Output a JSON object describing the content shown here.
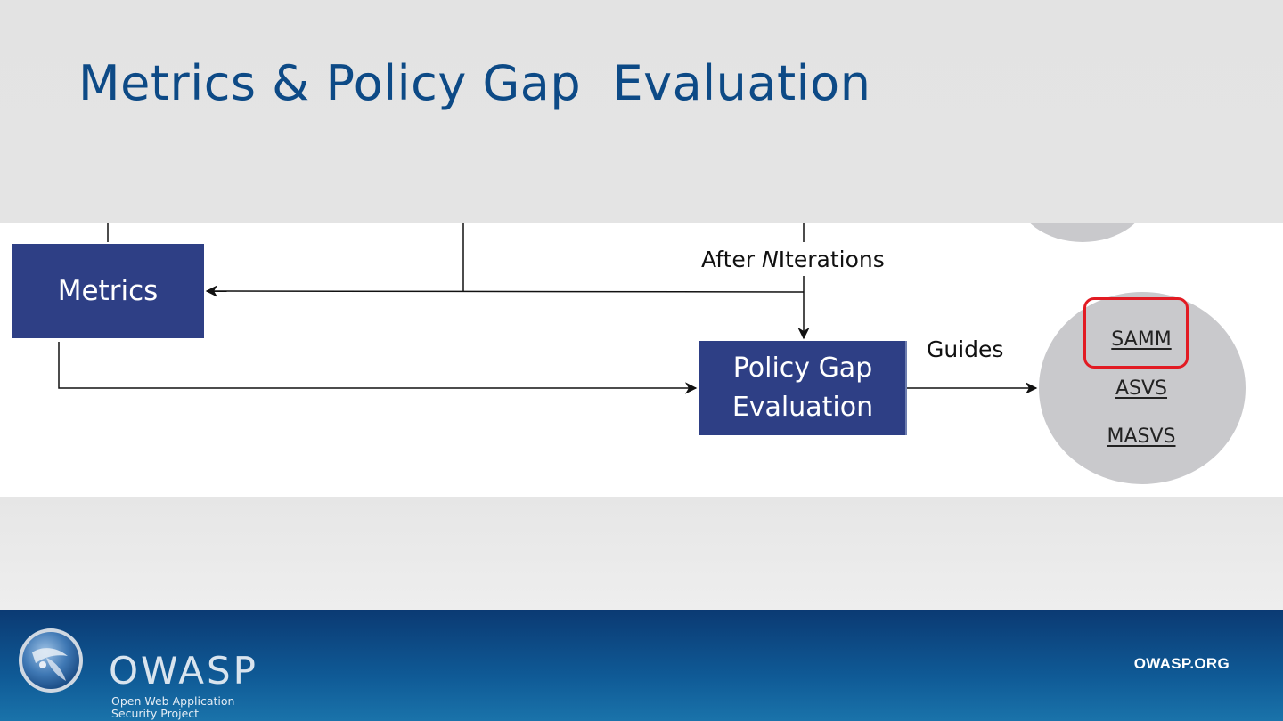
{
  "slide": {
    "title": "Metrics & Policy Gap  Evaluation"
  },
  "diagram": {
    "metrics_box": "Metrics",
    "policy_box_line1": "Policy Gap",
    "policy_box_line2": "Evaluation",
    "after_prefix": "After ",
    "after_n": "N",
    "after_suffix": "Iterations",
    "guides_label": "Guides",
    "guides": [
      "SAMM",
      "ASVS",
      "MASVS"
    ],
    "highlighted_guide": "SAMM",
    "colors": {
      "box_fill": "#2e3f85",
      "circle_fill": "#c9c9cc",
      "highlight_stroke": "#e21b23",
      "title_color": "#0d4a86"
    }
  },
  "footer": {
    "logo_name": "OWASP",
    "logo_sub_line1": "Open Web Application",
    "logo_sub_line2": "Security Project",
    "site": "OWASP.ORG",
    "logo_icon": "wasp-globe-icon"
  }
}
